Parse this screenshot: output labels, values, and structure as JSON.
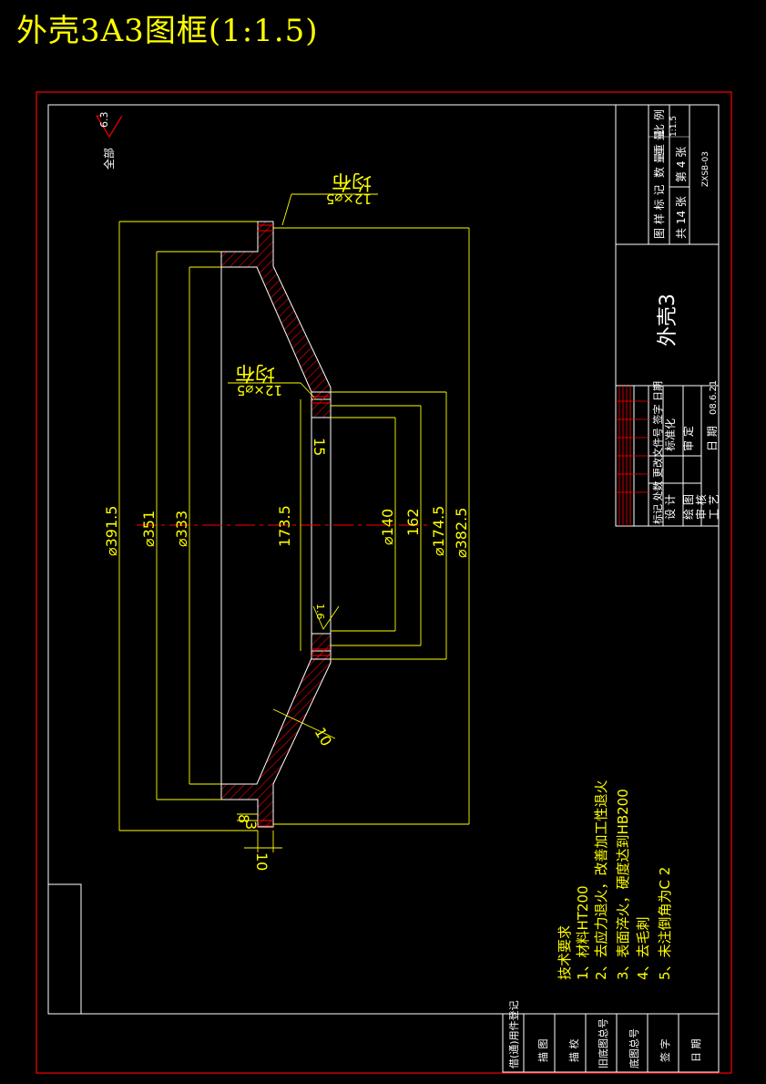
{
  "title": "外壳3A3图框(1:1.5)",
  "colors": {
    "background": "#000000",
    "border": "#ff0000",
    "geometry": "#ffffff",
    "dimension": "#ffff00",
    "hatch": "#ff0000",
    "centerline": "#ff0000"
  },
  "roughness": {
    "scope": "全部",
    "value": "6.3"
  },
  "dimensions": {
    "d391_5": "⌀391.5",
    "d351": "⌀351",
    "d333": "⌀333",
    "d173_5": "173.5",
    "d140": "⌀140",
    "d162": "162",
    "d174_5": "⌀174.5",
    "d382_5": "⌀382.5",
    "t15": "15",
    "t10": "10",
    "t8": "8",
    "t3": "3",
    "w10": "10",
    "r16": "1.6"
  },
  "holes": {
    "top": {
      "spec": "12×⌀5",
      "note": "均布"
    },
    "mid": {
      "spec": "12×⌀5",
      "note": "均布"
    }
  },
  "notes": {
    "heading": "技术要求",
    "items": [
      "1、材料HT200",
      "2、去应力退火，改善加工性退火",
      "3、表面淬火，硬度达到HB200",
      "4、去毛刺",
      "5、未注倒角为C 2"
    ]
  },
  "title_block": {
    "part_name": "外壳3",
    "drawing_no": "ZXSB-03",
    "top_labels": [
      "图 样 标 记",
      "数 量",
      "重 量",
      "比 例"
    ],
    "scale": "1:1.5",
    "sheet_total": "共 14 张",
    "sheet_no": "第 4 张",
    "rev_header": "标记 处数 更改文件号 签字 日期",
    "roles": [
      "设 计",
      "绘 图",
      "审 核",
      "工 艺"
    ],
    "role_extra": [
      "标准化",
      "审 定"
    ],
    "date_label": "日 期",
    "date": "08.6.21"
  },
  "left_block": [
    "借(通)用件登记",
    "描 图",
    "描 校",
    "旧底图总号",
    "底图总号",
    "签 字",
    "日 期"
  ]
}
